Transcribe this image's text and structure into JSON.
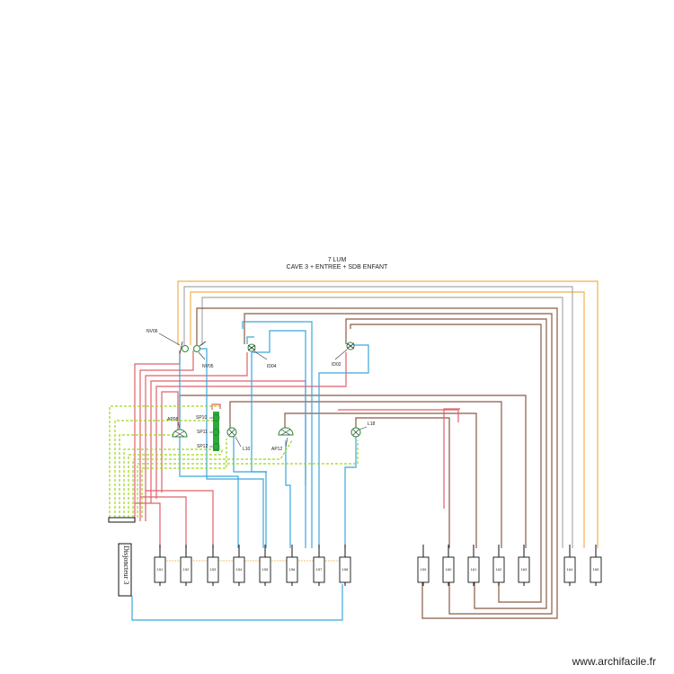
{
  "title": {
    "line1": "7 LUM",
    "line2": "CAVE 3 + ENTREE + SDB ENFANT"
  },
  "breaker_label": "Disjoncteur 3",
  "watermark": "www.archifacile.fr",
  "components": {
    "nv06": "NV06",
    "nv05": "NV05",
    "id04": "ID04",
    "id02": "ID02",
    "ap08": "AP08",
    "sp10": "SP10",
    "sp11": "SP11",
    "sp12": "SP12",
    "l10": "L10",
    "ap12": "AP12",
    "l18": "L18"
  },
  "terminals": [
    "151",
    "152",
    "153",
    "154",
    "155",
    "156",
    "157",
    "158",
    "159",
    "160",
    "161",
    "162",
    "163",
    "164",
    "165"
  ],
  "wire_colors": {
    "red": "#e0606a",
    "blue": "#3aa6dc",
    "brown": "#8a5a44",
    "grey": "#a9a9a9",
    "orange": "#f2b04a",
    "green_yellow": "#9ed61a",
    "symbol_green": "#2fa83c"
  }
}
